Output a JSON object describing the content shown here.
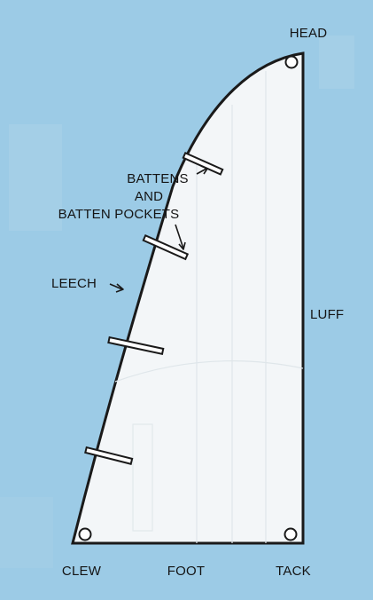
{
  "diagram": {
    "labels": {
      "head": "HEAD",
      "battens_line1": "BATTENS",
      "battens_line2": "AND",
      "battens_line3": "BATTEN POCKETS",
      "leech": "LEECH",
      "luff": "LUFF",
      "clew": "CLEW",
      "foot": "FOOT",
      "tack": "TACK"
    },
    "colors": {
      "background": "#9ccbe6",
      "sail_fill": "#f3f6f8",
      "outline": "#1a1a1a"
    }
  }
}
